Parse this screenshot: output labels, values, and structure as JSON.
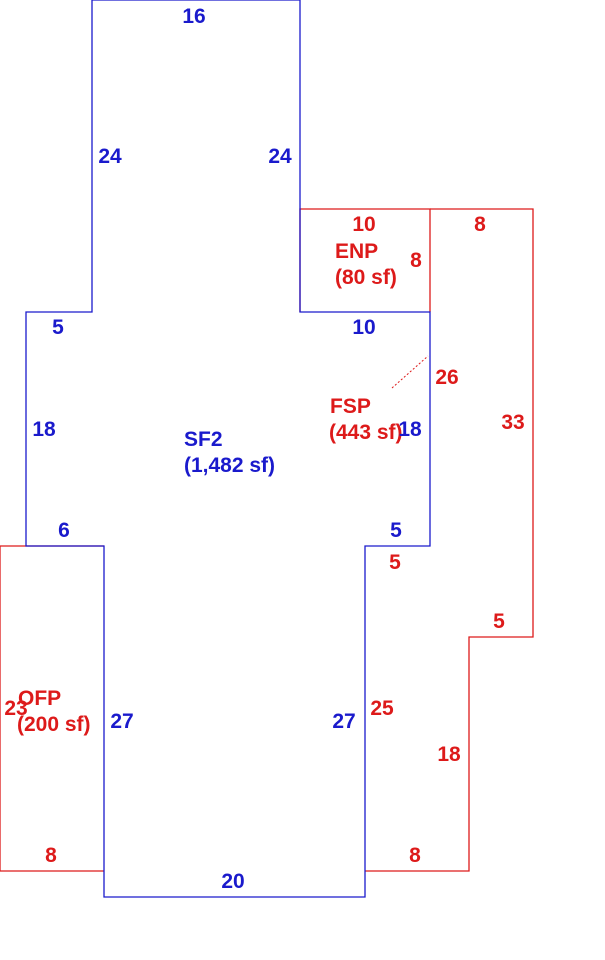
{
  "colors": {
    "living": "#1a1acc",
    "porch": "#dd1a1a",
    "background": "#ffffff"
  },
  "areas": {
    "sf2": {
      "code": "SF2",
      "area": "(1,482 sf)"
    },
    "enp": {
      "code": "ENP",
      "area": "(80 sf)"
    },
    "fsp": {
      "code": "FSP",
      "area": "(443 sf)"
    },
    "ofp": {
      "code": "OFP",
      "area": "(200 sf)"
    }
  },
  "dims": {
    "top": "16",
    "upper_left": "24",
    "upper_right": "24",
    "left_step_upper": "5",
    "left_middle": "18",
    "left_step_lower": "6",
    "right_step_upper": "10",
    "right_middle": "18",
    "right_step_lower": "5",
    "left_lower": "27",
    "right_lower": "27",
    "bottom": "20",
    "enp_top": "10",
    "enp_right": "8",
    "fsp_top": "8",
    "fsp_inner_upper": "26",
    "fsp_outer_right": "33",
    "fsp_notch": "5",
    "fsp_inner_step": "5",
    "fsp_inner_lower": "25",
    "fsp_outer_lower": "18",
    "fsp_bottom": "8",
    "ofp_left": "23",
    "ofp_bottom": "8"
  }
}
